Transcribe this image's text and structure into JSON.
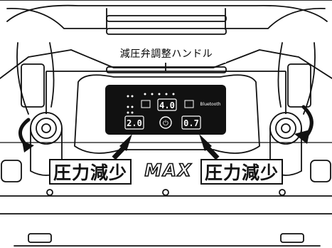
{
  "callout": {
    "label": "減圧弁調整ハンドル"
  },
  "panel": {
    "tank_pressure": "4.0",
    "left_pressure": "2.0",
    "right_pressure": "0.7",
    "power_symbol": "⏻",
    "bluetooth_label": "Bluetooth"
  },
  "badges": {
    "left": "圧力減少",
    "right": "圧力減少"
  },
  "logo": {
    "text": "MAX"
  },
  "colors": {
    "panel": "#111111",
    "line_art": "#111111",
    "background": "#ffffff"
  }
}
